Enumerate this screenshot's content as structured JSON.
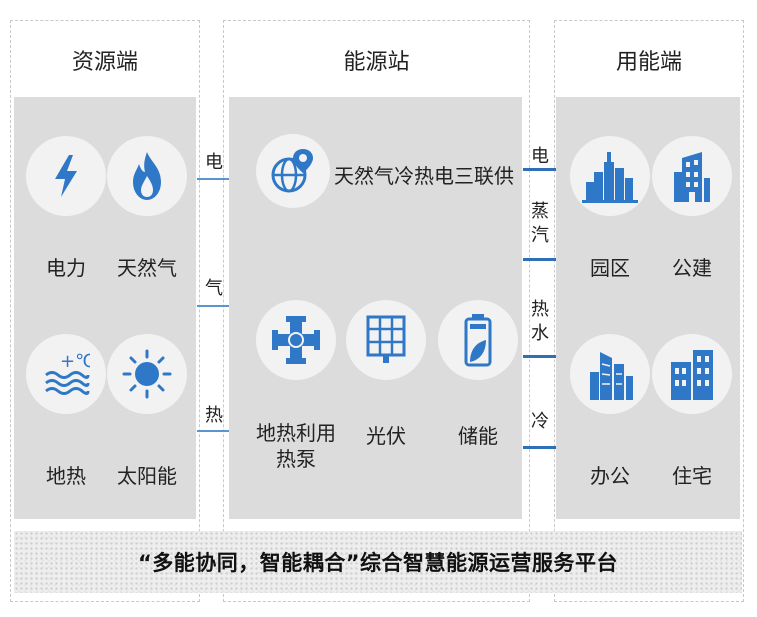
{
  "columns": {
    "resource": {
      "title": "资源端",
      "items": [
        "电力",
        "天然气",
        "地热",
        "太阳能"
      ]
    },
    "station": {
      "title": "能源站",
      "top_item": "天然气冷热电三联供",
      "items": [
        "地热利用\n热泵",
        "光伏",
        "储能"
      ]
    },
    "consumer": {
      "title": "用能端",
      "items": [
        "园区",
        "公建",
        "办公",
        "住宅"
      ]
    }
  },
  "connectors_left": [
    "电",
    "气",
    "热"
  ],
  "connectors_right": [
    "电",
    "蒸\n汽",
    "热\n水",
    "冷"
  ],
  "platform": "“多能协同，智能耦合”综合智慧能源运营服务平台",
  "colors": {
    "icon_blue": "#2f78c8",
    "panel_gray": "#dcdcdc",
    "circle_bg": "#f2f2f2",
    "line_blue": "#5b95cf"
  },
  "icons": [
    "lightning-icon",
    "flame-icon",
    "thermometer-waves-icon",
    "sun-icon",
    "globe-pin-icon",
    "pipe-cross-icon",
    "solar-panel-icon",
    "battery-leaf-icon",
    "skyline-icon",
    "public-building-icon",
    "office-buildings-icon",
    "residential-building-icon"
  ]
}
